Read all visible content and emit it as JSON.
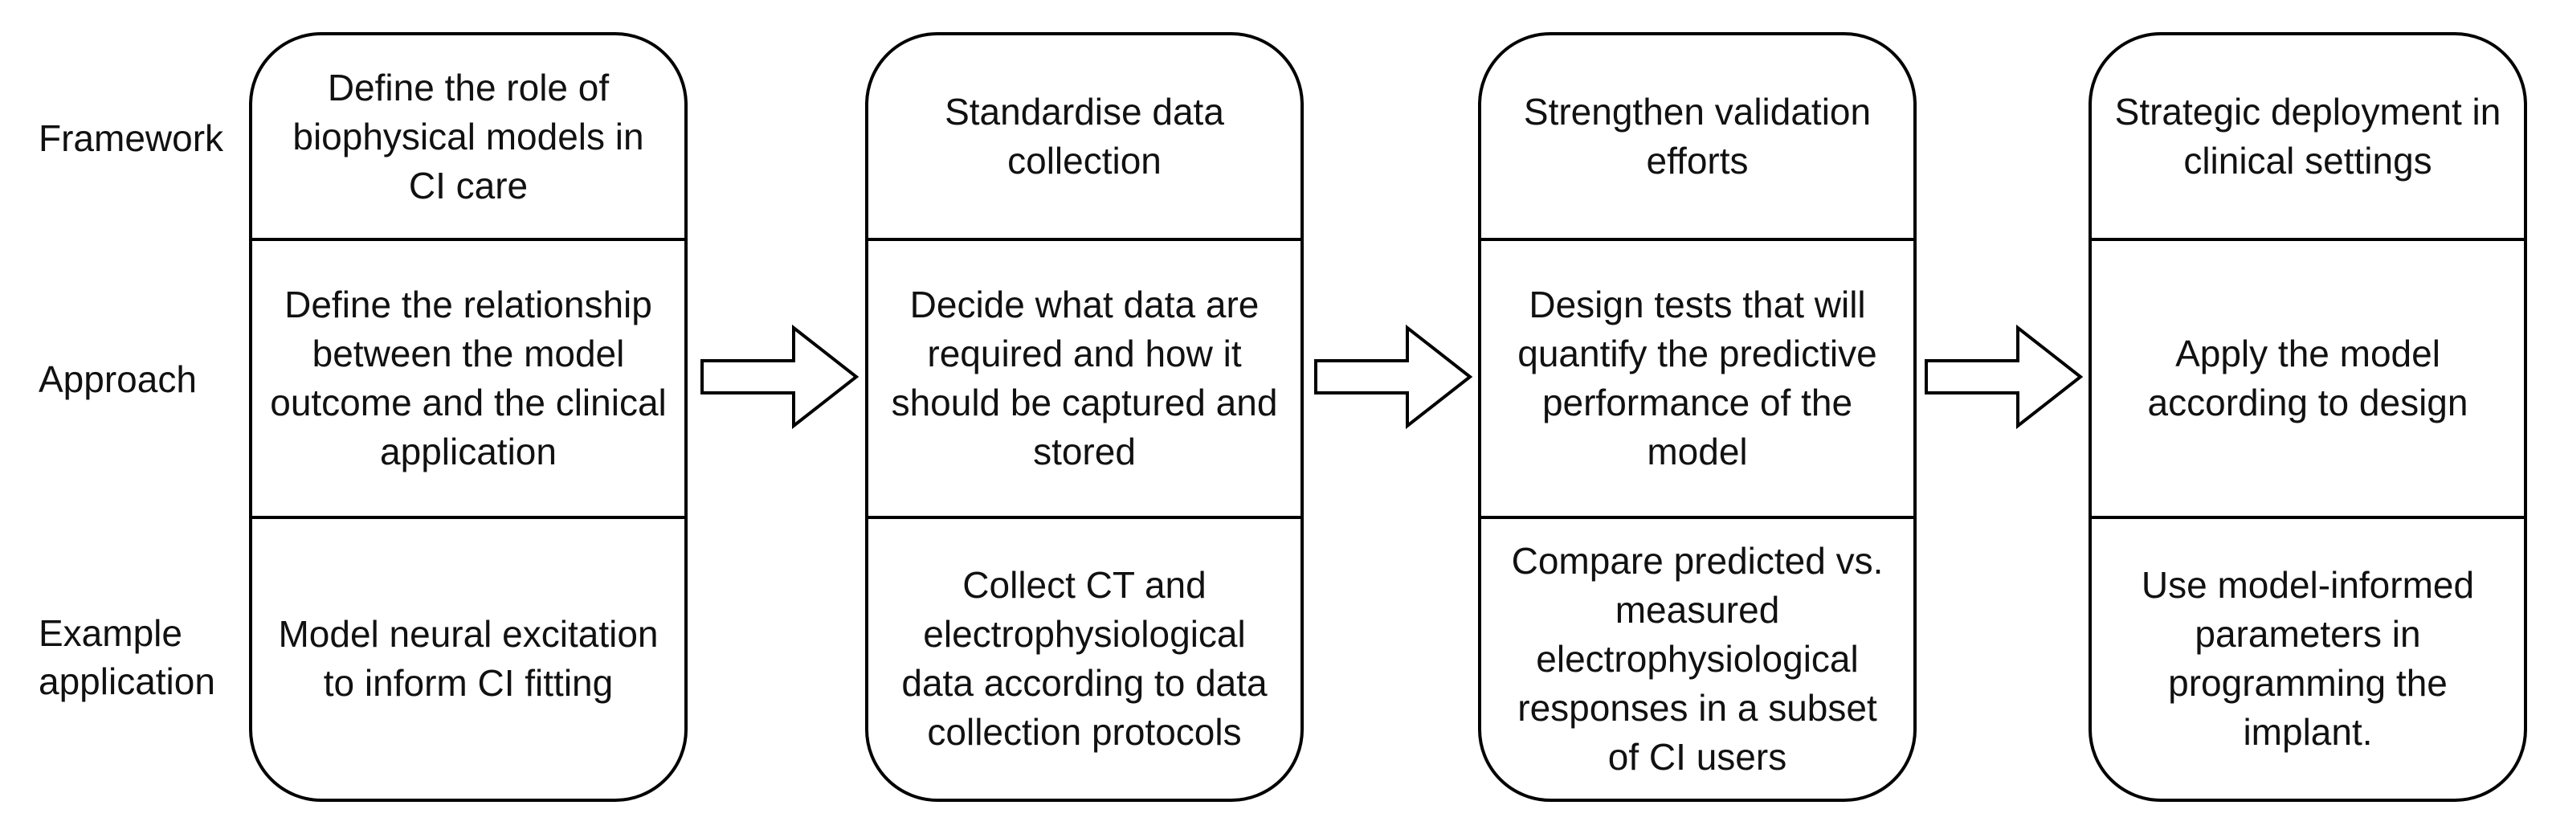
{
  "row_labels": {
    "framework": "Framework",
    "approach": "Approach",
    "example": "Example\napplication"
  },
  "stages": [
    {
      "framework": "Define the role of biophysical models in CI care",
      "approach": "Define the relationship between the model outcome and the clinical application",
      "example": "Model neural excitation to inform CI fitting"
    },
    {
      "framework": "Standardise data collection",
      "approach": "Decide what data are required and how it should be captured and stored",
      "example": "Collect CT and electrophysiological data according to data collection protocols"
    },
    {
      "framework": "Strengthen validation efforts",
      "approach": "Design tests that will quantify the predictive performance of the model",
      "example": "Compare predicted vs. measured electrophysiological responses in a subset of CI users"
    },
    {
      "framework": "Strategic deployment in clinical settings",
      "approach": "Apply the model according to design",
      "example": "Use model-informed parameters in programming the implant."
    }
  ],
  "icons": {
    "arrow": "right-arrow-icon"
  },
  "colors": {
    "stroke": "#000000",
    "background": "#ffffff",
    "text": "#111111"
  }
}
